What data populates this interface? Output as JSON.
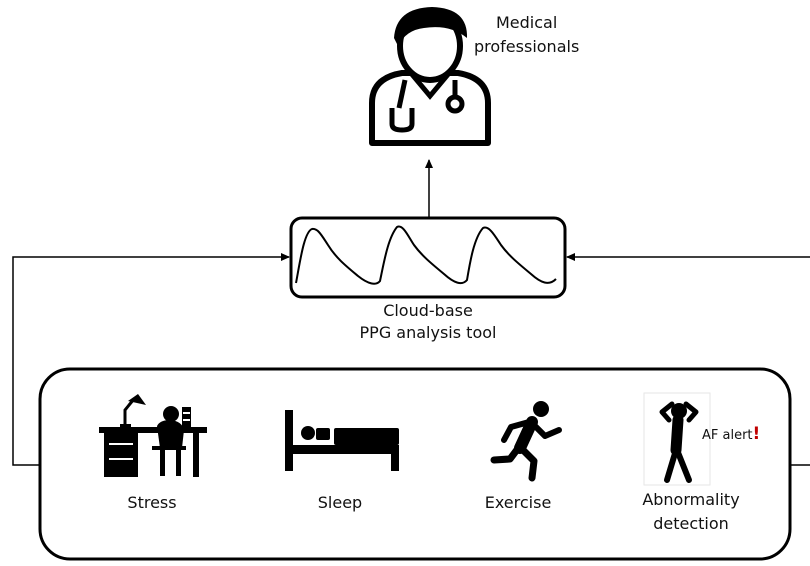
{
  "doctor": {
    "label_line1": "Medical",
    "label_line2": "professionals"
  },
  "tool": {
    "label_line1": "Cloud-base",
    "label_line2": "PPG analysis tool"
  },
  "activities": {
    "stress": "Stress",
    "sleep": "Sleep",
    "exercise": "Exercise",
    "abnormality_line1": "Abnormality",
    "abnormality_line2": "detection"
  },
  "alert": {
    "text": "AF alert",
    "mark": "!"
  },
  "colors": {
    "stroke": "#000000",
    "alert_mark": "#c00000"
  },
  "icons": [
    "doctor-icon",
    "desk-icon",
    "bed-icon",
    "runner-icon",
    "distress-icon"
  ]
}
